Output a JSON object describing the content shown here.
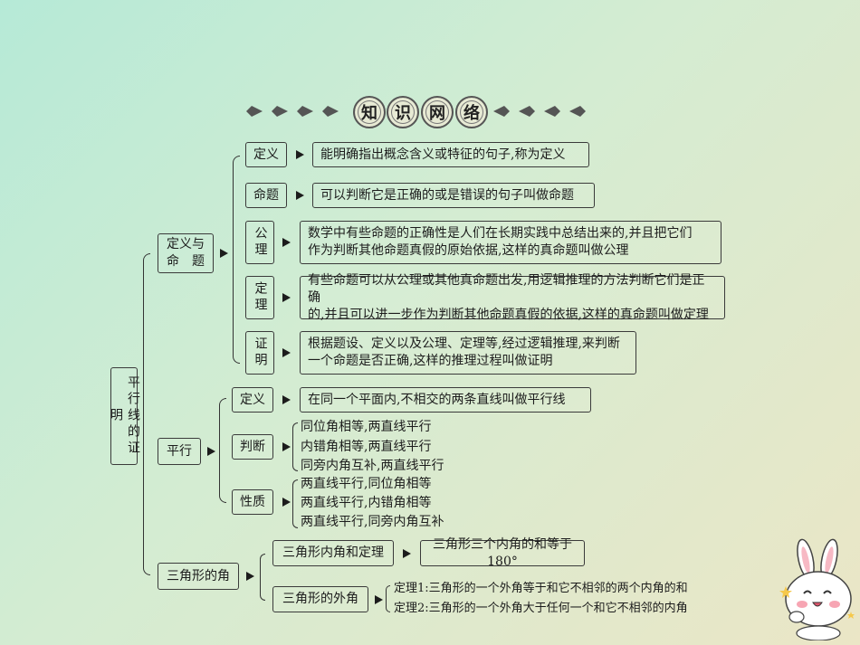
{
  "header": {
    "chars": [
      "知",
      "识",
      "网",
      "络"
    ]
  },
  "root": {
    "label": "平行线的证明"
  },
  "sec1": {
    "label_line1": "定义与",
    "label_line2": "命　题",
    "items": [
      {
        "name": "定义",
        "desc": "能明确指出概念含义或特征的句子,称为定义"
      },
      {
        "name": "命题",
        "desc": "可以判断它是正确的或是错误的句子叫做命题"
      },
      {
        "name": "公理",
        "desc_line1": "数学中有些命题的正确性是人们在长期实践中总结出来的,并且把它们",
        "desc_line2": "作为判断其他命题真假的原始依据,这样的真命题叫做公理"
      },
      {
        "name": "定理",
        "desc_line1": "有些命题可以从公理或其他真命题出发,用逻辑推理的方法判断它们是正确",
        "desc_line2": "的,并且可以进一步作为判断其他命题真假的依据,这样的真命题叫做定理"
      },
      {
        "name": "证明",
        "desc_line1": "根据题设、定义以及公理、定理等,经过逻辑推理,来判断",
        "desc_line2": "一个命题是否正确,这样的推理过程叫做证明"
      }
    ]
  },
  "sec2": {
    "label": "平行",
    "def_name": "定义",
    "def_desc": "在同一个平面内,不相交的两条直线叫做平行线",
    "judge_name": "判断",
    "judge_items": [
      "同位角相等,两直线平行",
      "内错角相等,两直线平行",
      "同旁内角互补,两直线平行"
    ],
    "prop_name": "性质",
    "prop_items": [
      "两直线平行,同位角相等",
      "两直线平行,内错角相等",
      "两直线平行,同旁内角互补"
    ]
  },
  "sec3": {
    "label": "三角形的角",
    "sum_name": "三角形内角和定理",
    "sum_desc": "三角形三个内角的和等于180°",
    "ext_name": "三角形的外角",
    "ext_items": [
      "定理1:三角形的一个外角等于和它不相邻的两个内角的和",
      "定理2:三角形的一个外角大于任何一个和它不相邻的内角"
    ]
  }
}
